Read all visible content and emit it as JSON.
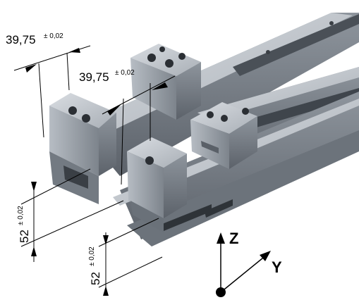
{
  "dimensions": {
    "top_left": {
      "value": "39,75",
      "tol": "± 0,02"
    },
    "top_mid": {
      "value": "39,75",
      "tol": "± 0,02"
    },
    "left_vertical": {
      "value": "52",
      "tol": "± 0,02"
    },
    "bottom_vertical": {
      "value": "52",
      "tol": "± 0,02"
    }
  },
  "axes": {
    "z": "Z",
    "y": "Y"
  },
  "colors": {
    "steel_light": "#c9ced4",
    "steel_mid": "#9aa1a9",
    "steel_dark": "#5d636b",
    "steel_shadow": "#3a3f45",
    "hole": "#2b2f34",
    "dimension_line": "#000000"
  }
}
